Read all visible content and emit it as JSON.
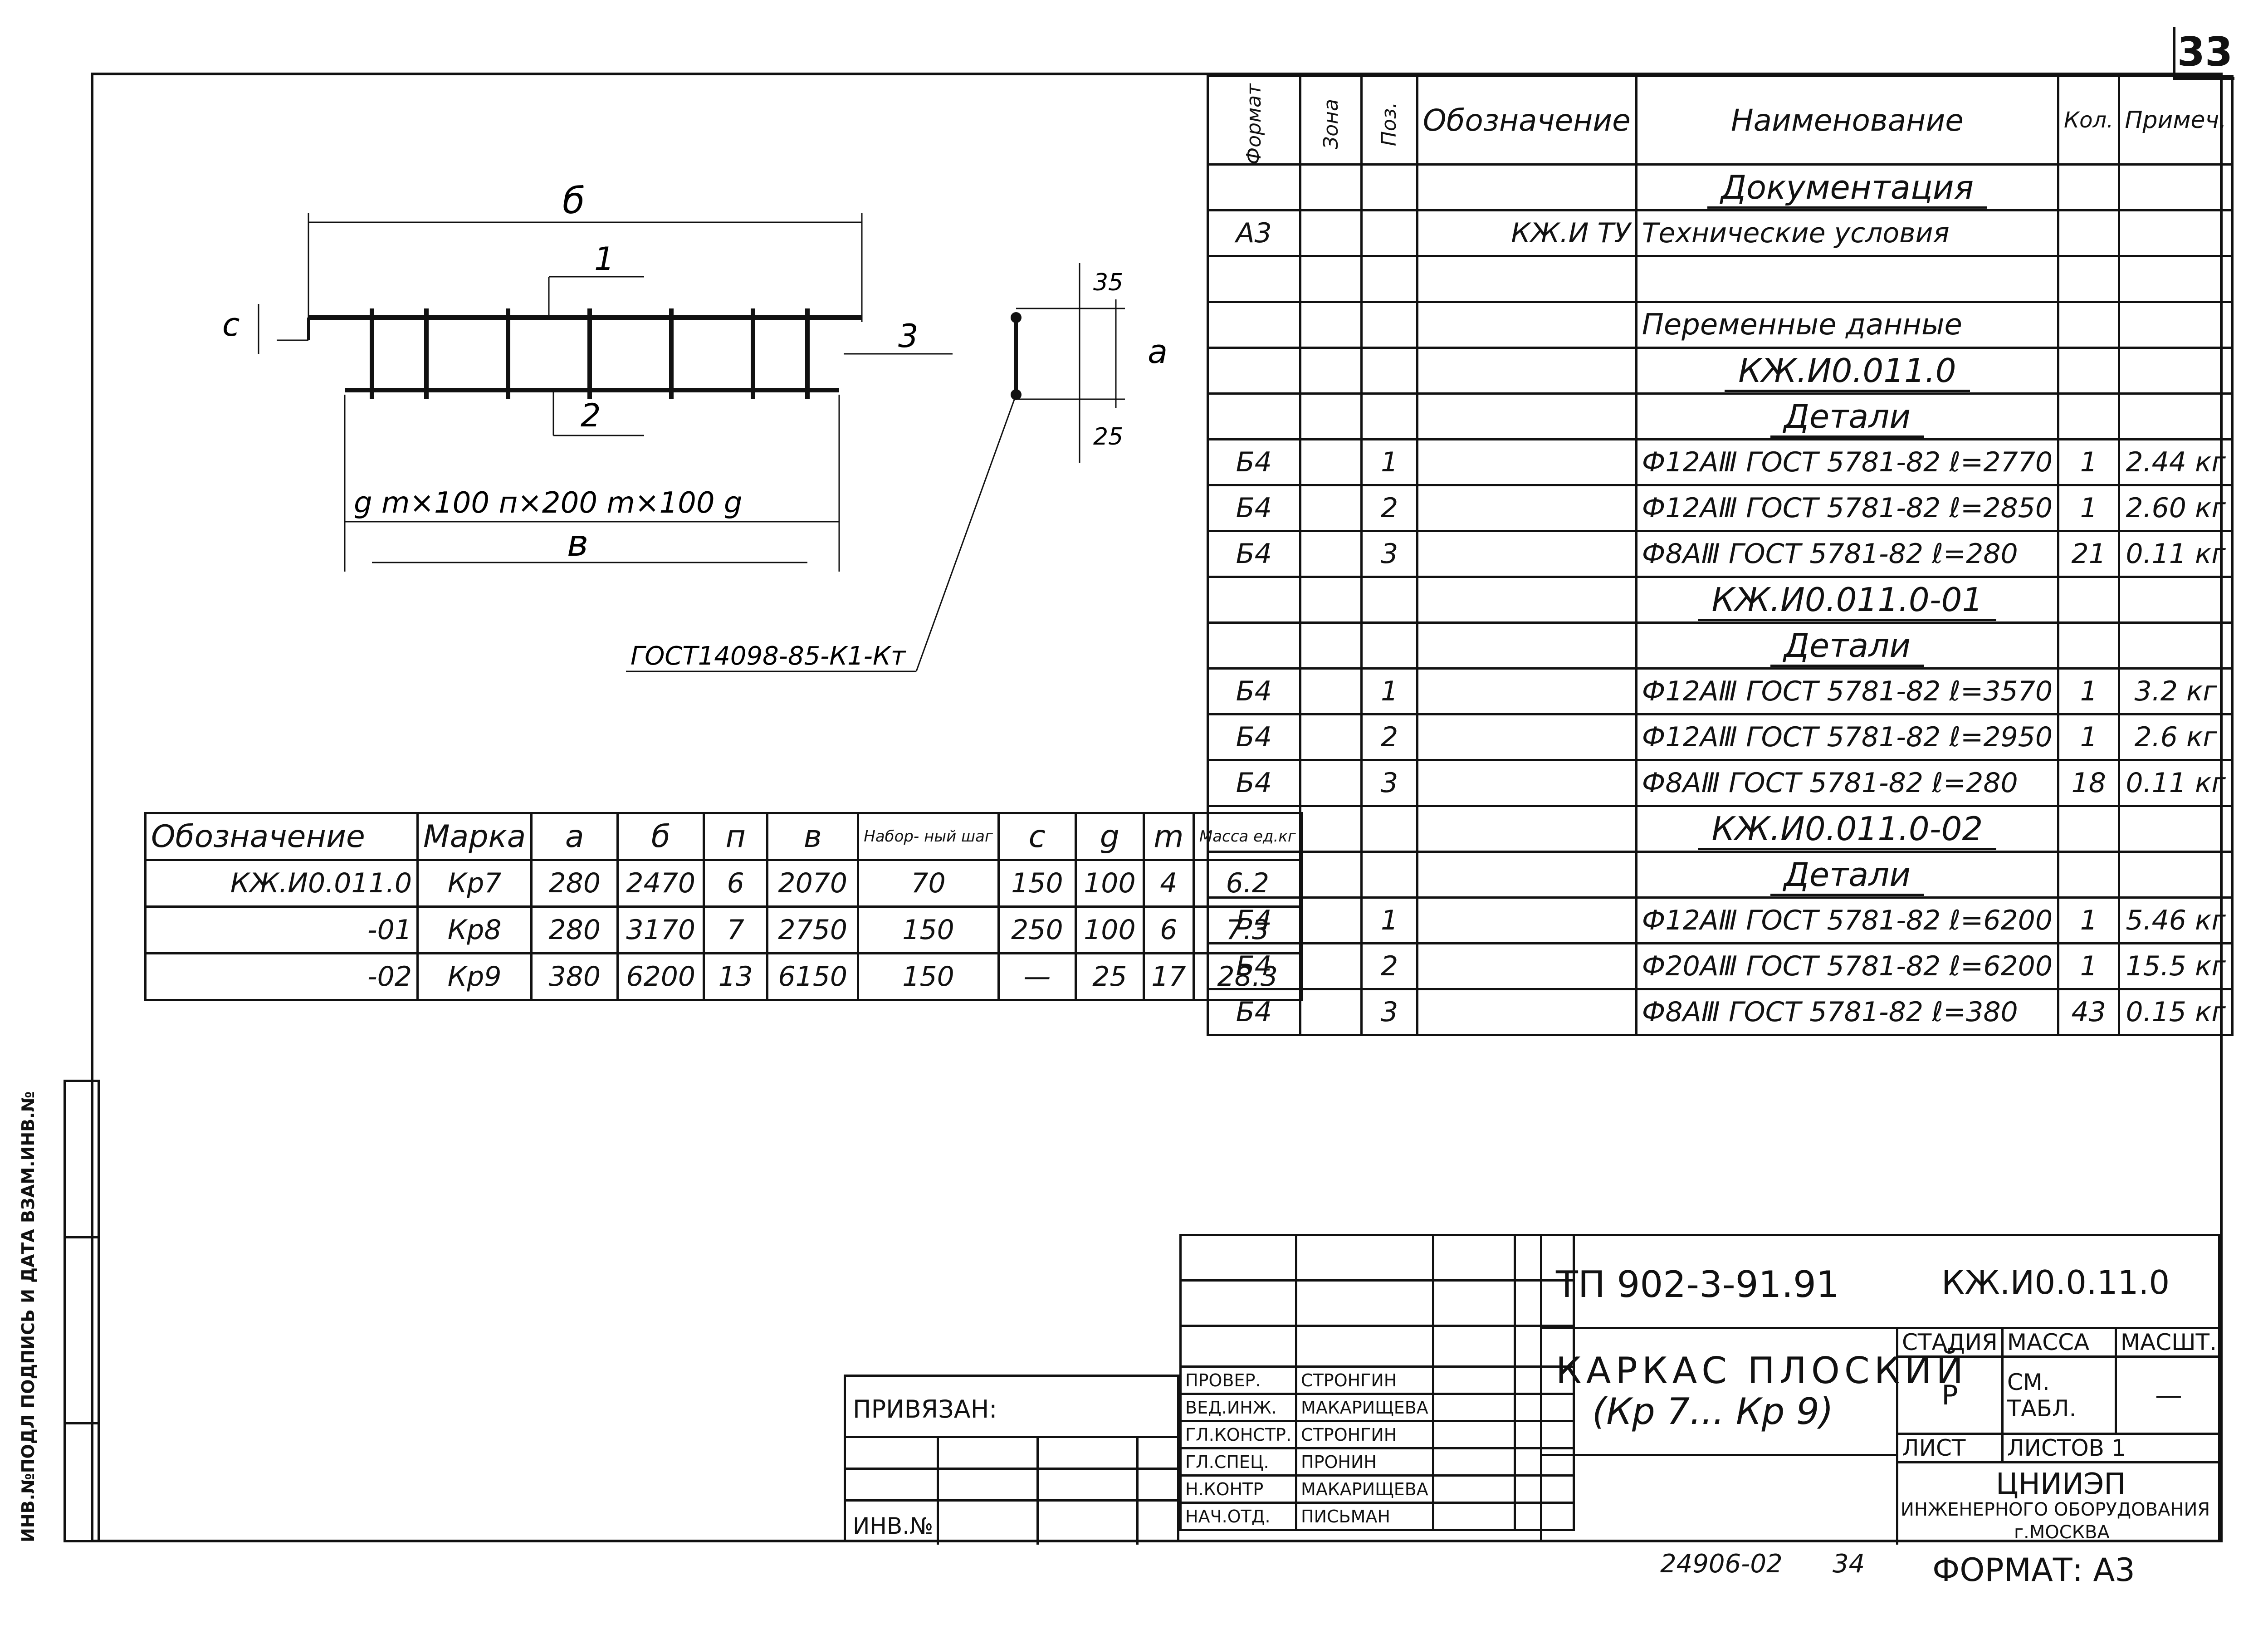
{
  "sheet_number": "33",
  "spec_table": {
    "headers": {
      "format": "Формат",
      "zone": "Зона",
      "pos": "Поз.",
      "designation": "Обозначение",
      "name": "Наименование",
      "qty": "Кол.",
      "note": "Примеч."
    },
    "rows": [
      {
        "type": "heading",
        "name": "Документация"
      },
      {
        "type": "item",
        "format": "А3",
        "pos": "",
        "designation": "КЖ.И ТУ",
        "name": "Технические условия",
        "qty": "",
        "note": ""
      },
      {
        "type": "blank"
      },
      {
        "type": "plain",
        "name": "Переменные данные"
      },
      {
        "type": "heading",
        "name": "КЖ.И0.011.0"
      },
      {
        "type": "heading",
        "name": "Детали"
      },
      {
        "type": "item",
        "format": "Б4",
        "pos": "1",
        "designation": "",
        "name": "Ф12АⅢ ГОСТ 5781-82 ℓ=2770",
        "qty": "1",
        "note": "2.44 кг"
      },
      {
        "type": "item",
        "format": "Б4",
        "pos": "2",
        "designation": "",
        "name": "Ф12АⅢ ГОСТ 5781-82 ℓ=2850",
        "qty": "1",
        "note": "2.60 кг"
      },
      {
        "type": "item",
        "format": "Б4",
        "pos": "3",
        "designation": "",
        "name": "Ф8АⅢ ГОСТ 5781-82 ℓ=280",
        "qty": "21",
        "note": "0.11 кг"
      },
      {
        "type": "heading",
        "name": "КЖ.И0.011.0-01"
      },
      {
        "type": "heading",
        "name": "Детали"
      },
      {
        "type": "item",
        "format": "Б4",
        "pos": "1",
        "designation": "",
        "name": "Ф12АⅢ ГОСТ 5781-82 ℓ=3570",
        "qty": "1",
        "note": "3.2 кг"
      },
      {
        "type": "item",
        "format": "Б4",
        "pos": "2",
        "designation": "",
        "name": "Ф12АⅢ ГОСТ 5781-82 ℓ=2950",
        "qty": "1",
        "note": "2.6 кг"
      },
      {
        "type": "item",
        "format": "Б4",
        "pos": "3",
        "designation": "",
        "name": "Ф8АⅢ ГОСТ 5781-82 ℓ=280",
        "qty": "18",
        "note": "0.11 кг"
      },
      {
        "type": "heading",
        "name": "КЖ.И0.011.0-02"
      },
      {
        "type": "heading",
        "name": "Детали"
      },
      {
        "type": "item",
        "format": "Б4",
        "pos": "1",
        "designation": "",
        "name": "Ф12АⅢ ГОСТ 5781-82 ℓ=6200",
        "qty": "1",
        "note": "5.46 кг"
      },
      {
        "type": "item",
        "format": "Б4",
        "pos": "2",
        "designation": "",
        "name": "Ф20АⅢ ГОСТ 5781-82 ℓ=6200",
        "qty": "1",
        "note": "15.5 кг"
      },
      {
        "type": "item",
        "format": "Б4",
        "pos": "3",
        "designation": "",
        "name": "Ф8АⅢ ГОСТ 5781-82 ℓ=380",
        "qty": "43",
        "note": "0.15 кг"
      }
    ]
  },
  "params_table": {
    "headers": [
      "Обозначение",
      "Марка",
      "а",
      "б",
      "п",
      "в",
      "Набор- ный шаг",
      "с",
      "g",
      "m",
      "Масса ед.кг"
    ],
    "rows": [
      [
        "КЖ.И0.011.0",
        "Кр7",
        "280",
        "2470",
        "6",
        "2070",
        "70",
        "150",
        "100",
        "4",
        "6.2"
      ],
      [
        "-01",
        "Кр8",
        "280",
        "3170",
        "7",
        "2750",
        "150",
        "250",
        "100",
        "6",
        "7.3"
      ],
      [
        "-02",
        "Кр9",
        "380",
        "6200",
        "13",
        "6150",
        "150",
        "—",
        "25",
        "17",
        "28.3"
      ]
    ]
  },
  "drawing": {
    "dim_b": "б",
    "dim_c": "с",
    "dim_v": "в",
    "dim_a": "а",
    "dim_35": "35",
    "dim_25": "25",
    "pos1": "1",
    "pos2": "2",
    "pos3": "3",
    "bottom_chain": "g  m×100   п×200   m×100  g",
    "weld_callout": "ГОСТ14098-85-К1-Кт"
  },
  "title_block": {
    "project": "ТП 902-3-91.91",
    "code": "КЖ.И0.0.11.0",
    "title_line1": "КАРКАС  ПЛОСКИЙ",
    "title_line2": "(Кр 7... Кр 9)",
    "stage_label": "СТАДИЯ",
    "mass_label": "МАССА",
    "scale_label": "МАСШТ.",
    "stage": "Р",
    "mass": "СМ. ТАБЛ.",
    "scale": "—",
    "sheet_label": "ЛИСТ",
    "sheets_label": "ЛИСТОВ 1",
    "org1": "ЦНИИЭП",
    "org2": "ИНЖЕНЕРНОГО ОБОРУДОВАНИЯ",
    "org3": "г.МОСКВА",
    "bound_label": "ПРИВЯЗАН:",
    "inv_label": "ИНВ.№",
    "staff": [
      {
        "role": "ПРОВЕР.",
        "name": "СТРОНГИН"
      },
      {
        "role": "ВЕД.ИНЖ.",
        "name": "МАКАРИЩЕВА"
      },
      {
        "role": "ГЛ.КОНСТР.",
        "name": "СТРОНГИН"
      },
      {
        "role": "ГЛ.СПЕЦ.",
        "name": "ПРОНИН"
      },
      {
        "role": "Н.КОНТР",
        "name": "МАКАРИЩЕВА"
      },
      {
        "role": "НАЧ.ОТД.",
        "name": "ПИСЬМАН"
      }
    ],
    "footer_left": "24906-02",
    "footer_page": "34",
    "format": "ФОРМАТ: А3"
  },
  "left_strip_label": "ИНВ.№ПОДЛ  ПОДПИСЬ И ДАТА  ВЗАМ.ИНВ.№"
}
